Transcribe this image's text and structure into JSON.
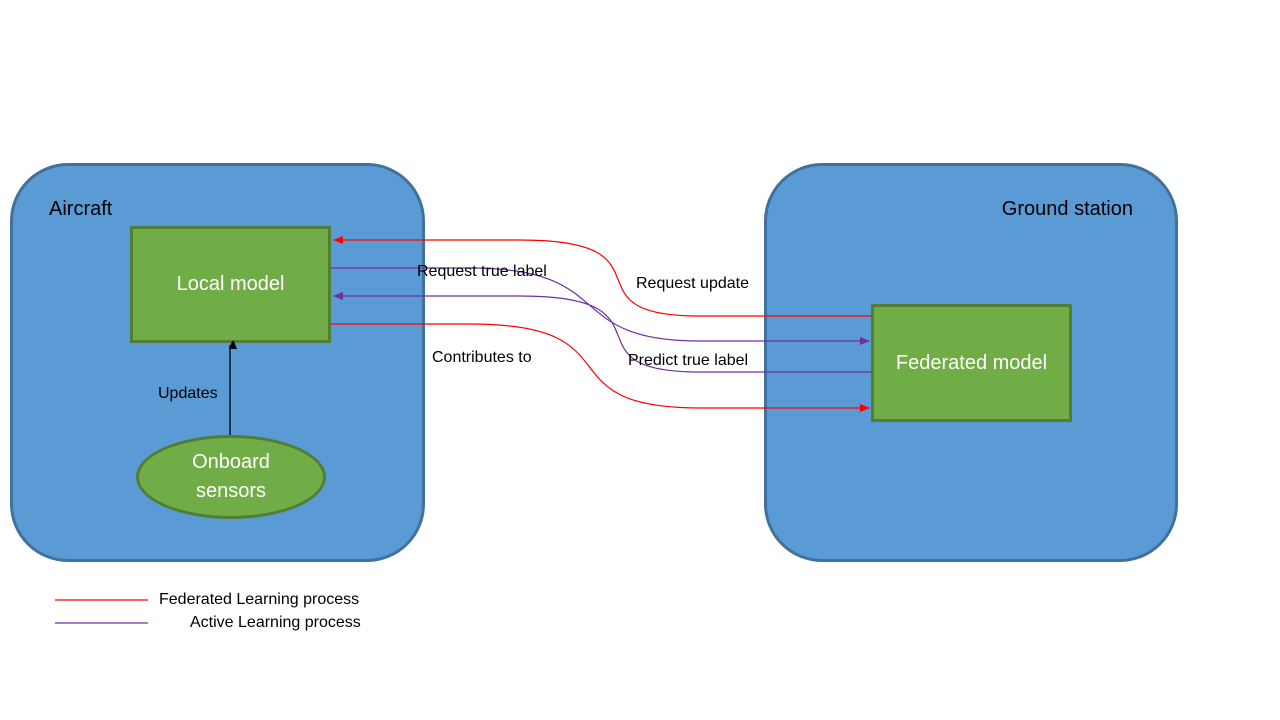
{
  "containers": {
    "aircraft": {
      "title": "Aircraft"
    },
    "ground_station": {
      "title": "Ground station"
    }
  },
  "nodes": {
    "local_model": "Local model",
    "federated_model": "Federated model",
    "onboard_sensors": "Onboard sensors"
  },
  "edges": {
    "updates": "Updates",
    "request_true_label": "Request true label",
    "request_update": "Request update",
    "contributes_to": "Contributes to",
    "predict_true_label": "Predict true label"
  },
  "legend": {
    "federated": {
      "label": "Federated Learning process",
      "color": "#ff0000"
    },
    "active": {
      "label": "Active Learning process",
      "color": "#7030a0"
    }
  }
}
